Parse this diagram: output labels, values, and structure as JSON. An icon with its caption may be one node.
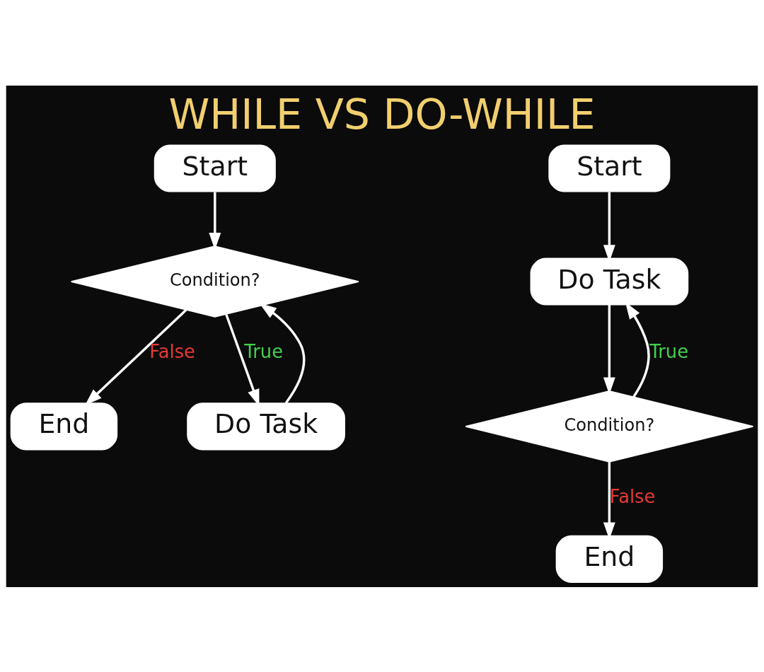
{
  "diagram": {
    "title": "WHILE VS DO-WHILE",
    "nodes": [
      {
        "text": [
          "Start"
        ]
      },
      {
        "text": [
          "Condition?"
        ]
      },
      {
        "text": [
          "End"
        ]
      },
      {
        "text": [
          "Do Task"
        ]
      },
      {
        "text": [
          "Start"
        ]
      },
      {
        "text": [
          "Do Task"
        ]
      },
      {
        "text": [
          "Condition?"
        ]
      },
      {
        "text": [
          "End"
        ]
      }
    ],
    "edges": [
      {
        "from": 0,
        "to": 1,
        "arrow": "to"
      },
      {
        "from": 1,
        "to": 2,
        "arrow": "to",
        "label": "False"
      },
      {
        "from": 1,
        "to": 3,
        "arrow": "to",
        "label": "True"
      },
      {
        "from": 3,
        "to": 1,
        "arrow": "to"
      },
      {
        "from": 4,
        "to": 5,
        "arrow": "to"
      },
      {
        "from": 5,
        "to": 6,
        "arrow": "to"
      },
      {
        "from": 6,
        "to": 5,
        "arrow": "to",
        "label": "True"
      },
      {
        "from": 6,
        "to": 7,
        "arrow": "to",
        "label": "False"
      }
    ]
  }
}
